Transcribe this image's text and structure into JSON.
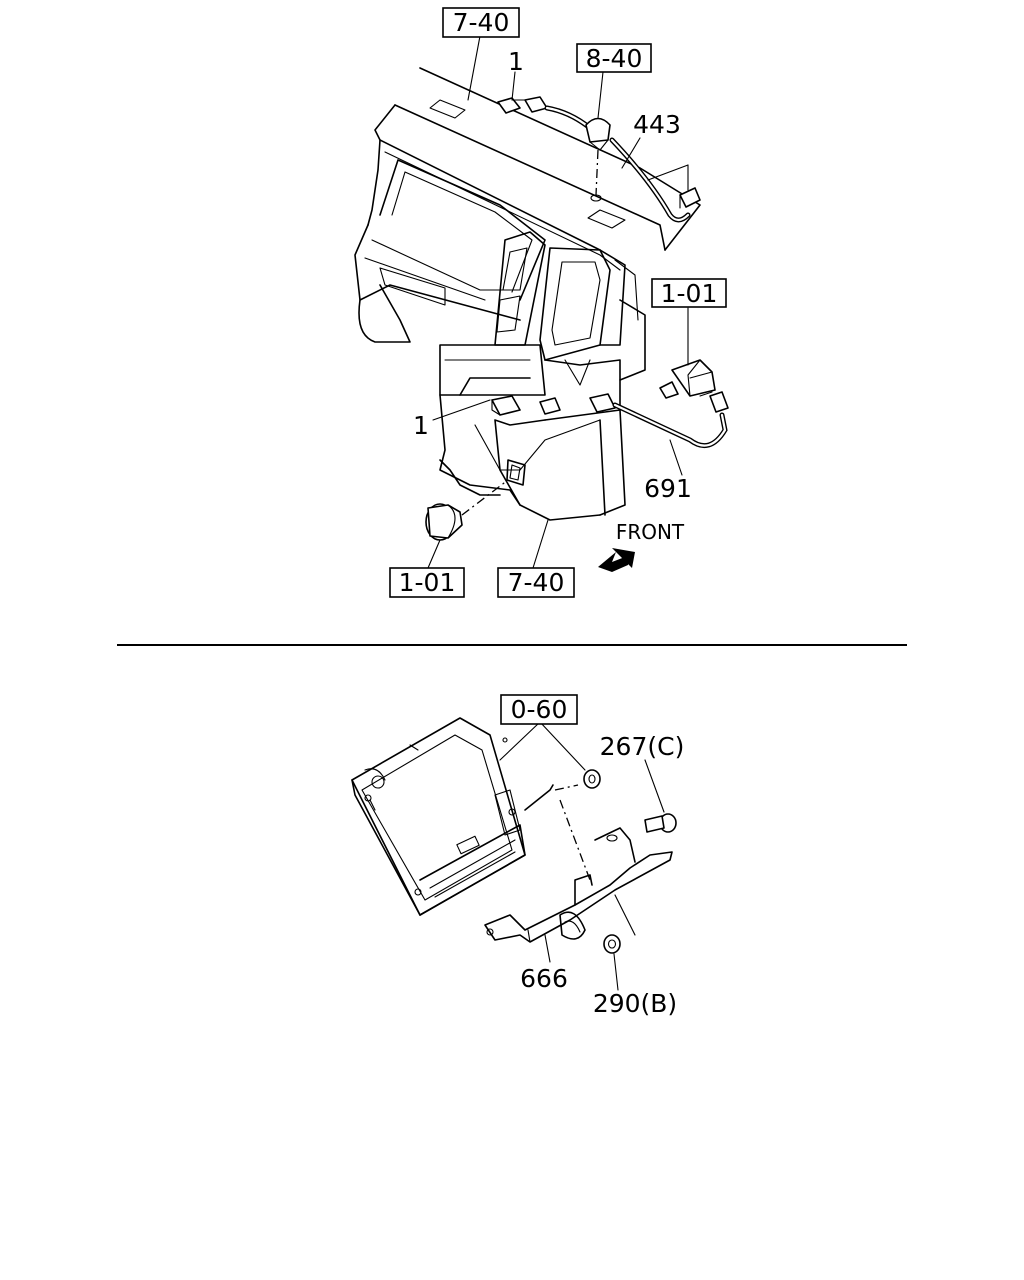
{
  "top_view": {
    "ref_box_dash_top": "7-40",
    "ref_box_harness": "8-40",
    "ref_box_switch_right": "1-01",
    "ref_box_switch_bottom": "1-01",
    "ref_box_console": "7-40",
    "part_connector_top": "1",
    "part_connector_left": "1",
    "part_harness_443": "443",
    "part_harness_691": "691",
    "front_label": "FRONT"
  },
  "bottom_view": {
    "ref_box_ecu": "0-60",
    "part_bolt": "267(C)",
    "part_bracket": "666",
    "part_nut": "290(B)"
  }
}
